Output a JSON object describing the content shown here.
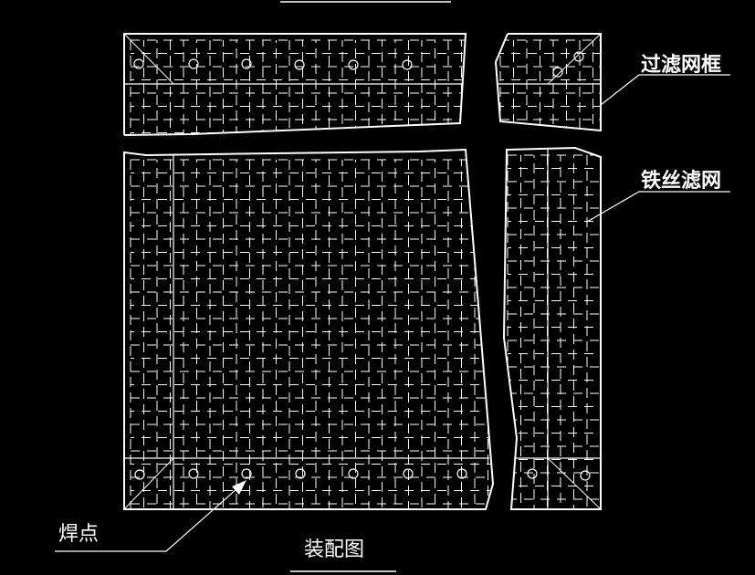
{
  "labels": {
    "frame": "过滤网框",
    "mesh": "铁丝滤网",
    "weld": "焊点",
    "title": "装配图"
  },
  "colors": {
    "background": "#000000",
    "line": "#ffffff",
    "mesh": "#ffffff"
  }
}
